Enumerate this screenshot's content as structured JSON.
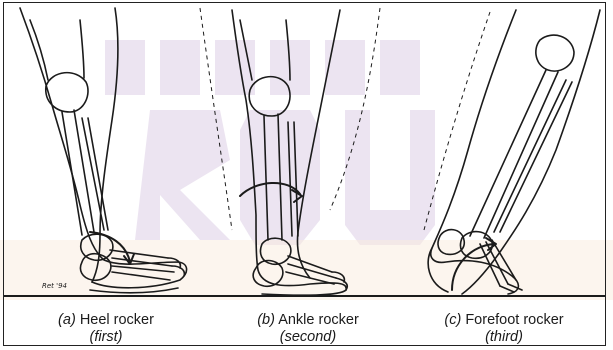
{
  "figure": {
    "captions": [
      {
        "letter": "(a)",
        "name": "Heel rocker",
        "order": "(first)"
      },
      {
        "letter": "(b)",
        "name": "Ankle rocker",
        "order": "(second)"
      },
      {
        "letter": "(c)",
        "name": "Forefoot rocker",
        "order": "(third)"
      }
    ],
    "signature": "Ret '94",
    "colors": {
      "ink": "#1b1b1b",
      "watermark": "#c9b3d6",
      "watermark_orange": "#f2c9a0"
    }
  }
}
